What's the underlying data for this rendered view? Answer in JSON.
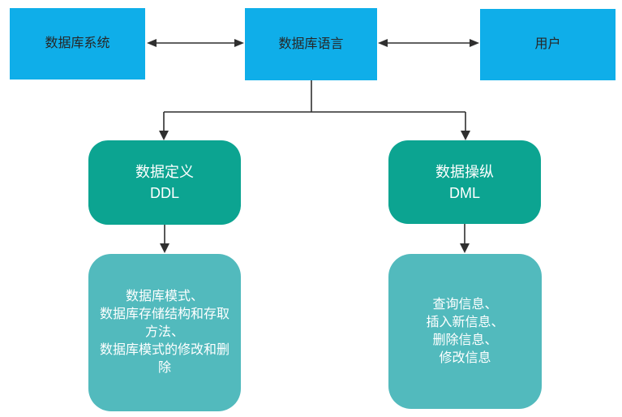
{
  "colors": {
    "blue": "#0FAEE9",
    "teal": "#0CA491",
    "light_teal": "#52BABD",
    "connector": "#2f2f2f"
  },
  "nodes": {
    "database_system": {
      "label": "数据库系统"
    },
    "database_language": {
      "label": "数据库语言"
    },
    "user": {
      "label": "用户"
    },
    "ddl": {
      "label": "数据定义\nDDL"
    },
    "dml": {
      "label": "数据操纵\nDML"
    },
    "ddl_detail": {
      "label": "数据库模式、\n数据库存储结构和存取\n方法、\n数据库模式的修改和删\n除"
    },
    "dml_detail": {
      "label": "查询信息、\n插入新信息、\n删除信息、\n修改信息"
    }
  }
}
